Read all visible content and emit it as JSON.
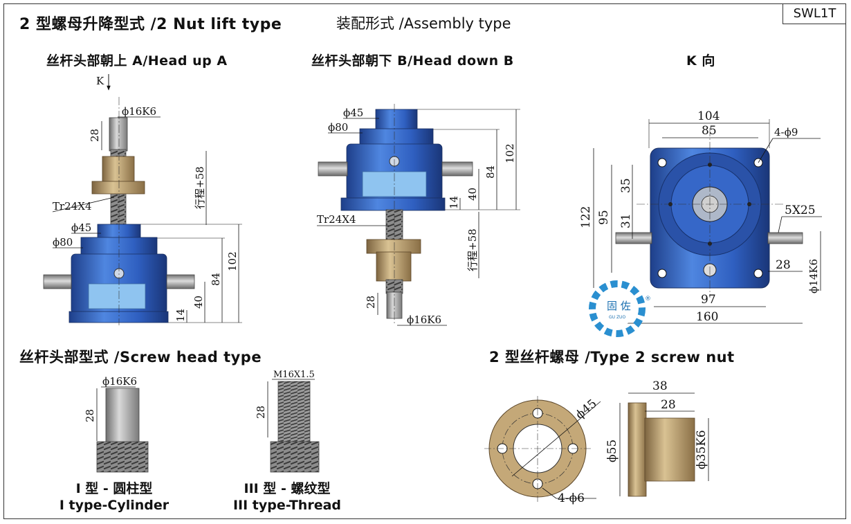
{
  "title": "2 型螺母升降型式 /2 Nut lift type",
  "assembly": "装配形式 /Assembly type",
  "code": "SWL1T",
  "views": {
    "head_up": "丝杆头部朝上 A/Head up A",
    "head_down": "丝杆头部朝下 B/Head down B",
    "k_view": "K 向",
    "screw_head": "丝杆头部型式 /Screw head type",
    "screw_nut": "2 型丝杆螺母 /Type 2 screw nut"
  },
  "captions": {
    "type1_cn": "I 型 - 圆柱型",
    "type1_en": "I type-Cylinder",
    "type3_cn": "III 型 - 螺纹型",
    "type3_en": "III type-Thread"
  },
  "dims": {
    "k_arrow": "K",
    "d16k6": "ϕ16K6",
    "d45": "ϕ45",
    "d80": "ϕ80",
    "l28": "28",
    "tr": "Tr24X4",
    "stroke": "行程+58",
    "l102": "102",
    "l84": "84",
    "l40": "40",
    "l14": "14",
    "w104": "104",
    "w85": "85",
    "holes": "4-ϕ9",
    "h122": "122",
    "h95": "95",
    "h35": "35",
    "h31": "31",
    "key": "5X25",
    "d14k6": "ϕ14K6",
    "w97": "97",
    "w160": "160",
    "m16": "M16X1.5",
    "n38": "38",
    "n28": "28",
    "n45": "ϕ45",
    "n55": "ϕ55",
    "n35": "ϕ35K6",
    "n_holes": "4-ϕ6"
  },
  "logo": {
    "text": "固 佐",
    "mark": "®",
    "sub": "GU ZUO"
  },
  "colors": {
    "blue": "#2f5fc0",
    "blue_dark": "#1e3f8a",
    "bronze": "#b89a6a",
    "shaft": "#a8a8a8",
    "logo": "#2a8fd0"
  }
}
